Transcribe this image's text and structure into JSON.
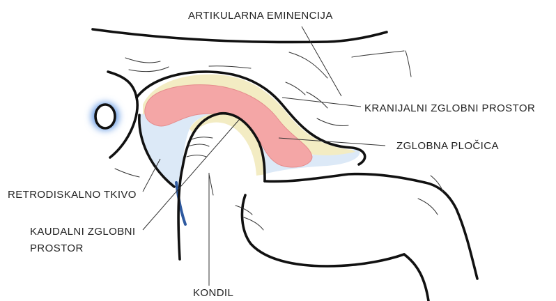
{
  "labels": {
    "articular_eminence": "ARTIKULARNA EMINENCIJA",
    "cranial_joint_space": "KRANIJALNI ZGLOBNI PROSTOR",
    "articular_disc": "ZGLOBNA PLOČICA",
    "retrodiscal_tissue": "RETRODISKALNO TKIVO",
    "caudal_joint_space_line1": "KAUDALNI ZGLOBNI",
    "caudal_joint_space_line2": "PROSTOR",
    "condyle": "KONDIL"
  },
  "colors": {
    "outline": "#111111",
    "leader": "#333333",
    "text": "#222222",
    "disc_fill": "#f4a6a6",
    "joint_space_fill": "#f3ecc3",
    "retrodiscal_fill": "#dce9f7",
    "canal_glow": "#6a9ee6",
    "vessel": "#2f5aa0"
  }
}
